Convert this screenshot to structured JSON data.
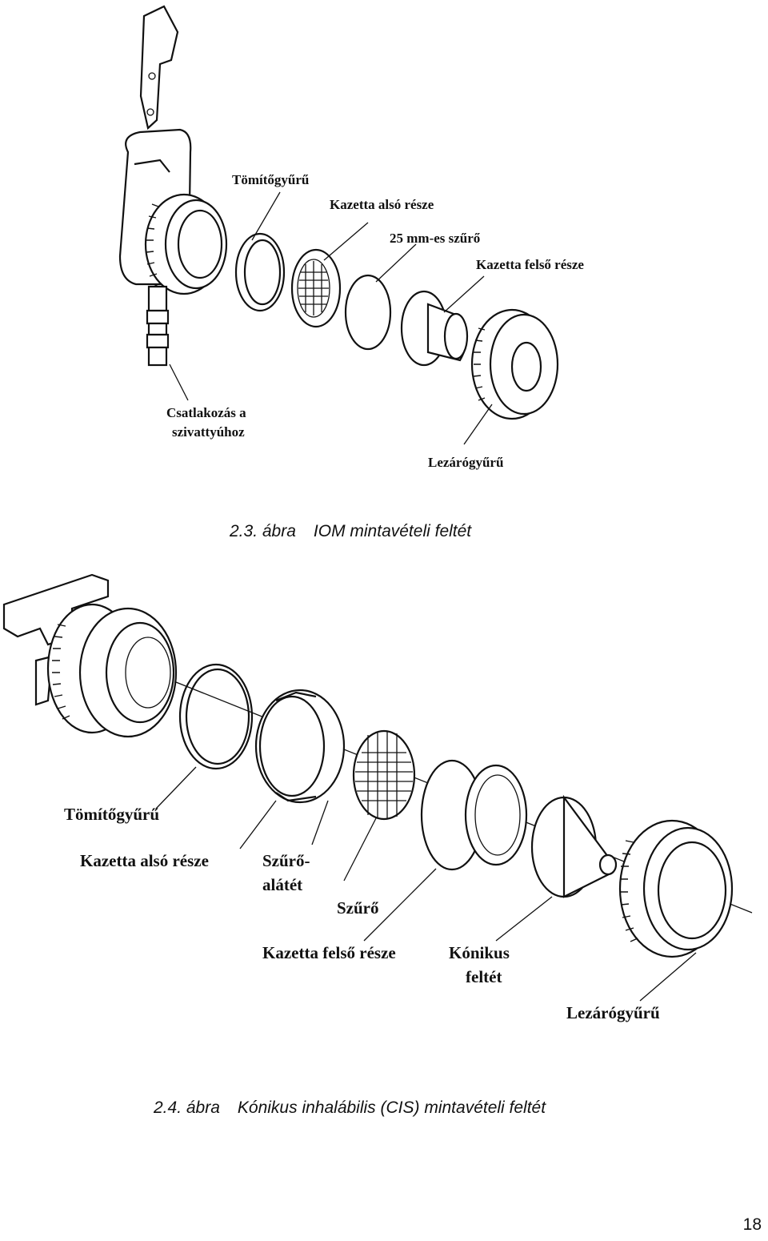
{
  "figure1": {
    "labels": {
      "seal_ring": "Tömítőgyűrű",
      "cassette_lower": "Kazetta alsó része",
      "filter_25mm": "25 mm-es szűrő",
      "cassette_upper": "Kazetta felső része",
      "pump_connection_line1": "Csatlakozás a",
      "pump_connection_line2": "szivattyúhoz",
      "locking_ring": "Lezárógyűrű"
    },
    "caption": {
      "number": "2.3. ábra",
      "text": "IOM mintavételi feltét"
    }
  },
  "figure2": {
    "labels": {
      "seal_ring": "Tömítőgyűrű",
      "cassette_lower": "Kazetta alsó része",
      "filter_support_line1": "Szűrő-",
      "filter_support_line2": "alátét",
      "filter": "Szűrő",
      "cassette_upper": "Kazetta felső része",
      "conical_line1": "Kónikus",
      "conical_line2": "feltét",
      "locking_ring": "Lezárógyűrű"
    },
    "caption": {
      "number": "2.4. ábra",
      "text": "Kónikus inhalábilis (CIS) mintavételi feltét"
    }
  },
  "page_number": "18"
}
